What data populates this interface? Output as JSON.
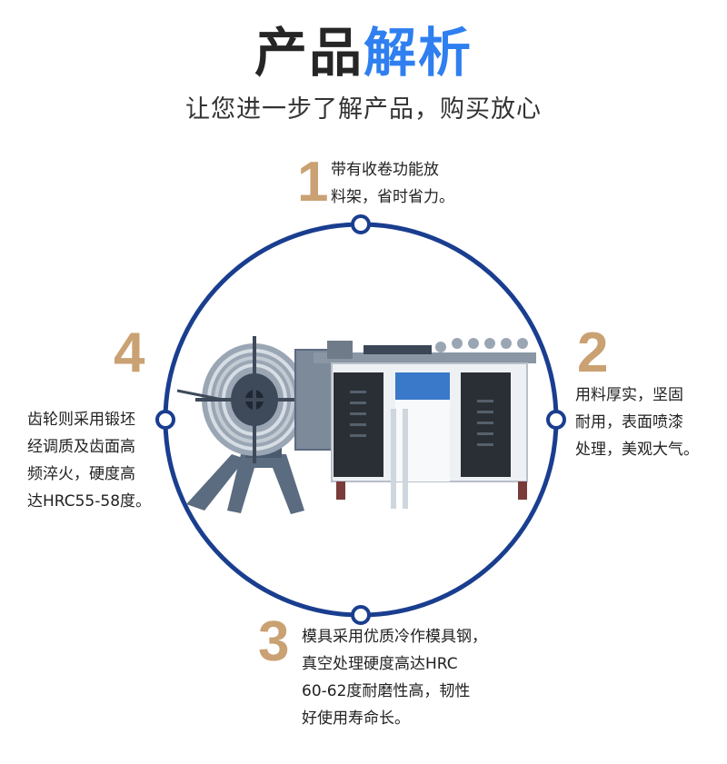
{
  "header": {
    "title_part1": "产品",
    "title_part2": "解析",
    "subtitle": "让您进一步了解产品，购买放心"
  },
  "colors": {
    "ring": "#1a3e8f",
    "accent_blue": "#2f7ff0",
    "number_gold": "#caa173"
  },
  "features": [
    {
      "number": "1",
      "lines": [
        "带有收卷功能放",
        "料架，省时省力。"
      ]
    },
    {
      "number": "2",
      "lines": [
        "用料厚实，坚固",
        "耐用，表面喷漆",
        "处理，美观大气。"
      ]
    },
    {
      "number": "3",
      "lines": [
        "模具采用优质冷作模具钢，",
        "真空处理硬度高达HRC",
        "60-62度耐磨性高，韧性",
        "好使用寿命长。"
      ]
    },
    {
      "number": "4",
      "lines": [
        "齿轮则采用锻坯",
        "经调质及齿面高",
        "频淬火，硬度高",
        "达HRC55-58度。"
      ]
    }
  ],
  "machine": {
    "panel_title": "调直切断机",
    "panel_subtitle": "Straightening cutting machine"
  }
}
